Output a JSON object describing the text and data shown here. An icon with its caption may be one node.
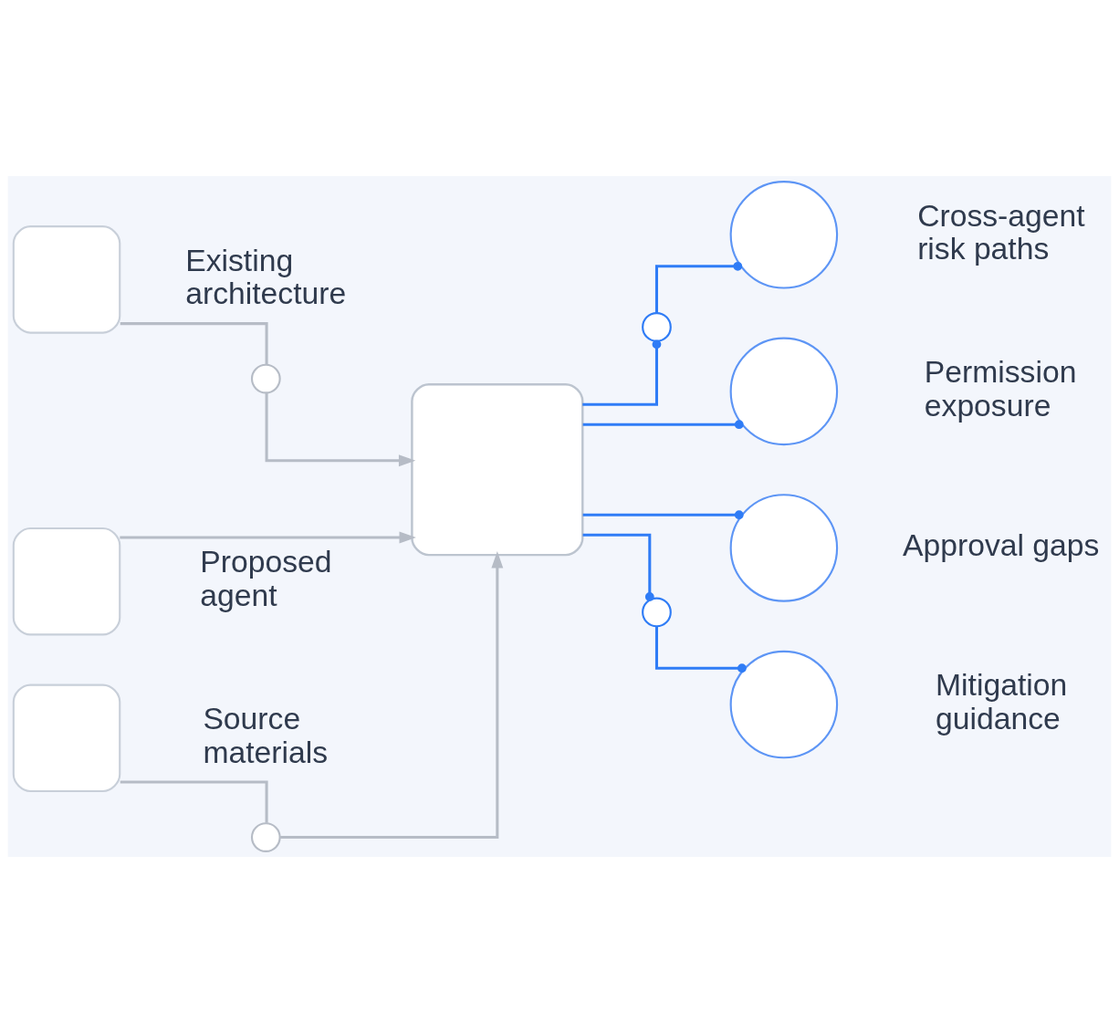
{
  "diagram": {
    "nodes": [
      {
        "text": [],
        "shape": "box",
        "beside": [
          "Existing architecture"
        ]
      },
      {
        "text": [],
        "shape": "box",
        "beside": [
          "Proposed agent"
        ]
      },
      {
        "text": [],
        "shape": "box",
        "beside": [
          "Source materials"
        ]
      },
      {
        "text": [],
        "shape": "circle"
      },
      {
        "text": [],
        "shape": "circle"
      },
      {
        "text": [],
        "shape": "box"
      },
      {
        "text": [],
        "shape": "circle"
      },
      {
        "text": [],
        "shape": "circle"
      },
      {
        "text": [],
        "shape": "circle",
        "beside": [
          "Cross-agent risk paths"
        ]
      },
      {
        "text": [],
        "shape": "circle",
        "beside": [
          "Permission exposure"
        ]
      },
      {
        "text": [],
        "shape": "circle",
        "beside": [
          "Approval gaps"
        ]
      },
      {
        "text": [],
        "shape": "circle",
        "beside": [
          "Mitigation guidance"
        ]
      }
    ],
    "edges": [
      {
        "from": 0,
        "to": 3,
        "arrow": "none",
        "color": "#b6bcc6"
      },
      {
        "from": 3,
        "to": 5,
        "arrow": "to",
        "color": "#b6bcc6"
      },
      {
        "from": 1,
        "to": 5,
        "arrow": "to",
        "color": "#b6bcc6"
      },
      {
        "from": 2,
        "to": 4,
        "arrow": "none",
        "color": "#b6bcc6"
      },
      {
        "from": 4,
        "to": 5,
        "arrow": "to",
        "color": "#b6bcc6"
      },
      {
        "from": 5,
        "to": 6,
        "arrow": "other"
      },
      {
        "from": 6,
        "to": 8,
        "arrow": "other"
      },
      {
        "from": 5,
        "to": 9,
        "arrow": "other"
      },
      {
        "from": 5,
        "to": 10,
        "arrow": "other"
      },
      {
        "from": 5,
        "to": 7,
        "arrow": "other"
      },
      {
        "from": 7,
        "to": 11,
        "arrow": "other"
      }
    ]
  }
}
